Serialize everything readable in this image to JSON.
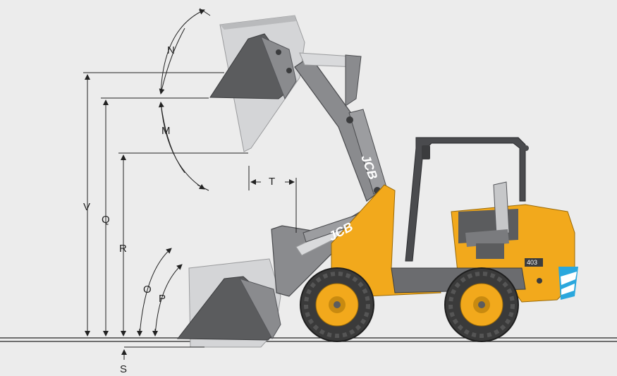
{
  "brand": {
    "logo_text": "JCB",
    "model_badge": "403"
  },
  "dimensions": {
    "V": "V",
    "Q": "Q",
    "R": "R",
    "O": "O",
    "P": "P",
    "S": "S",
    "T": "T",
    "N": "N",
    "M": "M"
  },
  "colors": {
    "background": "#ececec",
    "body_yellow": "#f2a91c",
    "arm_grey": "#8a8b8e",
    "bucket_dark": "#5b5c5e",
    "bucket_light": "#c6c7c9",
    "tire": "#3a3a3a",
    "rim": "#f2a91c",
    "stripe_blue": "#2aa7dd",
    "line": "#222222"
  }
}
